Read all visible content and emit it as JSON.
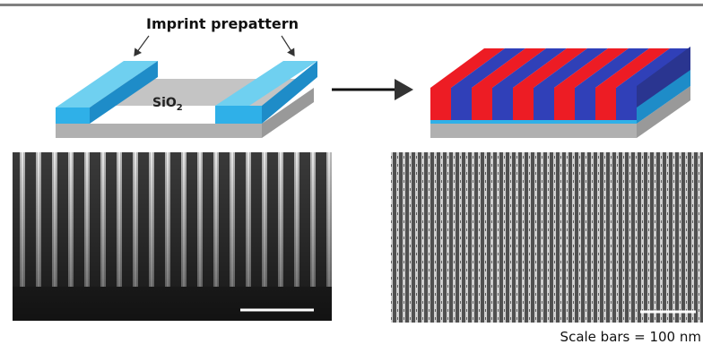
{
  "annotation": {
    "title": "Imprint prepattern"
  },
  "substrate": {
    "label_main": "SiO",
    "label_sub": "2"
  },
  "caption": {
    "scale_bars": "Scale bars = 100 nm"
  },
  "colors": {
    "guide": "#45b3e3",
    "guide_dark": "#2b8fc0",
    "substrate": "#c4c4c4",
    "substrate_dark": "#9a9a9a",
    "block_red": "#ed1c24",
    "block_blue": "#3040b8",
    "rule": "#808080"
  },
  "icons": {
    "arrow": "right-arrow-icon"
  }
}
